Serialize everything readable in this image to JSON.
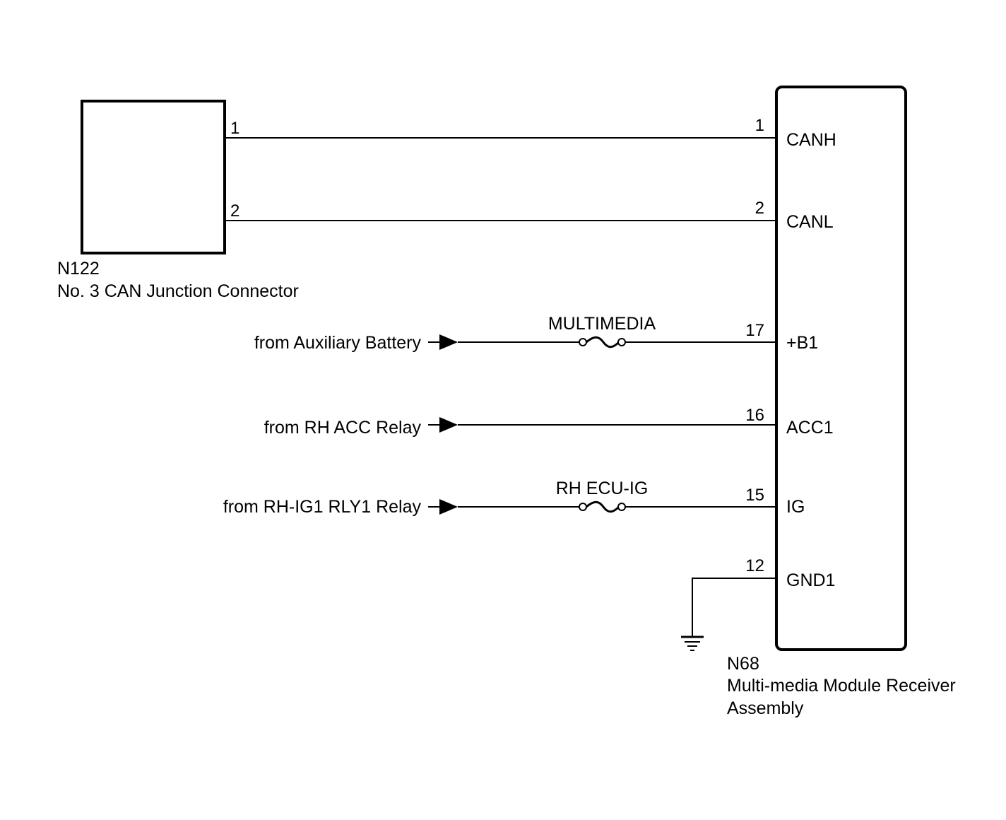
{
  "components": {
    "junction": {
      "code": "N122",
      "name": "No. 3 CAN Junction Connector",
      "pins": [
        "1",
        "2"
      ]
    },
    "receiver": {
      "code": "N68",
      "name_line1": "Multi-media Module Receiver",
      "name_line2": "Assembly"
    }
  },
  "terminals": [
    {
      "pin": "1",
      "name": "CANH"
    },
    {
      "pin": "2",
      "name": "CANL"
    },
    {
      "pin": "17",
      "name": "+B1"
    },
    {
      "pin": "16",
      "name": "ACC1"
    },
    {
      "pin": "15",
      "name": "IG"
    },
    {
      "pin": "12",
      "name": "GND1"
    }
  ],
  "sources": [
    "from Auxiliary Battery",
    "from RH ACC Relay",
    "from RH-IG1 RLY1 Relay"
  ],
  "fuses": [
    "MULTIMEDIA",
    "RH ECU-IG"
  ]
}
